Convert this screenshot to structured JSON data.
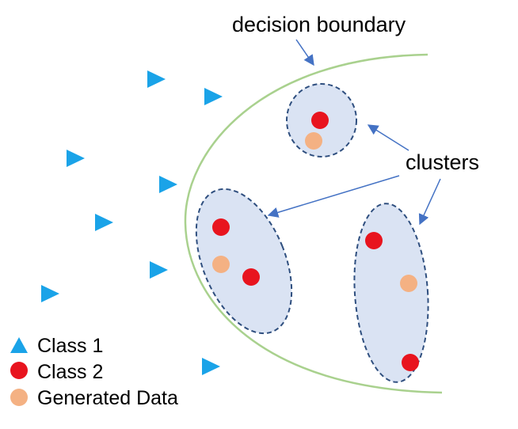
{
  "labels": {
    "decision_boundary": "decision boundary",
    "clusters": "clusters"
  },
  "legend": {
    "class1": "Class 1",
    "class2": "Class 2",
    "generated": "Generated Data"
  },
  "colors": {
    "class1": "#1aa3e8",
    "class2": "#e8141e",
    "generated": "#f4b183",
    "boundary": "#a9d18e",
    "cluster_fill": "#dae3f3",
    "cluster_stroke": "#2f4f7f",
    "arrow": "#4472c4"
  }
}
